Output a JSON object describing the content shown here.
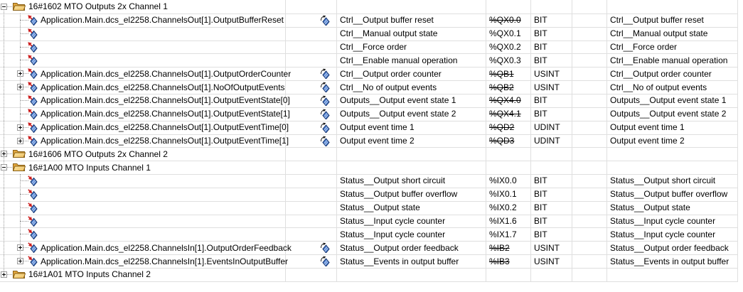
{
  "colors": {
    "grid": "#dfdfdf",
    "tree_dots": "#9a9a9a",
    "text": "#000000",
    "folder_back": "#e2a63d",
    "folder_front_light": "#fce7a4",
    "folder_front_dark": "#eebe5e",
    "folder_edge": "#8a6116",
    "diamond_fill": "#4d7fd0",
    "diamond_edge": "#17356e",
    "diamond_stripe": "#bcd0f0",
    "arrow_red": "#cc1f1f",
    "arrow_black": "#1a1a1a"
  },
  "rows": [
    {
      "kind": "group",
      "expander": "minus",
      "icon": "folder-icon",
      "name": "16#1602 MTO Outputs 2x Channel 1"
    },
    {
      "kind": "variable",
      "direction": "output",
      "expander": "none",
      "icon": "output-variable-icon",
      "variable": "Application.Main.dcs_el2258.ChannelsOut[1].OutputBufferReset",
      "mapped": true,
      "mapping_icon": "mapping-arrow-icon",
      "channel": "Ctrl__Output buffer reset",
      "address": "%QX0.0",
      "address_struck": true,
      "type": "BIT",
      "description": "Ctrl__Output buffer reset"
    },
    {
      "kind": "variable",
      "direction": "output",
      "expander": "none",
      "icon": "output-variable-icon",
      "variable": "",
      "mapped": false,
      "channel": "Ctrl__Manual output state",
      "address": "%QX0.1",
      "address_struck": false,
      "type": "BIT",
      "description": "Ctrl__Manual output state"
    },
    {
      "kind": "variable",
      "direction": "output",
      "expander": "none",
      "icon": "output-variable-icon",
      "variable": "",
      "mapped": false,
      "channel": "Ctrl__Force order",
      "address": "%QX0.2",
      "address_struck": false,
      "type": "BIT",
      "description": "Ctrl__Force order"
    },
    {
      "kind": "variable",
      "direction": "output",
      "expander": "none",
      "icon": "output-variable-icon",
      "variable": "",
      "mapped": false,
      "channel": "Ctrl__Enable manual operation",
      "address": "%QX0.3",
      "address_struck": false,
      "type": "BIT",
      "description": "Ctrl__Enable manual operation"
    },
    {
      "kind": "variable",
      "direction": "output",
      "expander": "plus",
      "icon": "output-variable-icon",
      "variable": "Application.Main.dcs_el2258.ChannelsOut[1].OutputOrderCounter",
      "mapped": true,
      "mapping_icon": "mapping-arrow-icon",
      "channel": "Ctrl__Output order counter",
      "address": "%QB1",
      "address_struck": true,
      "type": "USINT",
      "description": "Ctrl__Output order counter"
    },
    {
      "kind": "variable",
      "direction": "output",
      "expander": "plus",
      "icon": "output-variable-icon",
      "variable": "Application.Main.dcs_el2258.ChannelsOut[1].NoOfOutputEvents",
      "mapped": true,
      "mapping_icon": "mapping-arrow-icon",
      "channel": "Ctrl__No of output events",
      "address": "%QB2",
      "address_struck": true,
      "type": "USINT",
      "description": "Ctrl__No of output events"
    },
    {
      "kind": "variable",
      "direction": "output",
      "expander": "none",
      "icon": "output-variable-icon",
      "variable": "Application.Main.dcs_el2258.ChannelsOut[1].OutputEventState[0]",
      "mapped": true,
      "mapping_icon": "mapping-arrow-icon",
      "channel": "Outputs__Output event state 1",
      "address": "%QX4.0",
      "address_struck": true,
      "type": "BIT",
      "description": "Outputs__Output event state 1"
    },
    {
      "kind": "variable",
      "direction": "output",
      "expander": "none",
      "icon": "output-variable-icon",
      "variable": "Application.Main.dcs_el2258.ChannelsOut[1].OutputEventState[1]",
      "mapped": true,
      "mapping_icon": "mapping-arrow-icon",
      "channel": "Outputs__Output event state 2",
      "address": "%QX4.1",
      "address_struck": true,
      "type": "BIT",
      "description": "Outputs__Output event state 2"
    },
    {
      "kind": "variable",
      "direction": "output",
      "expander": "plus",
      "icon": "output-variable-icon",
      "variable": "Application.Main.dcs_el2258.ChannelsOut[1].OutputEventTime[0]",
      "mapped": true,
      "mapping_icon": "mapping-arrow-icon",
      "channel": "Output event time 1",
      "address": "%QD2",
      "address_struck": true,
      "type": "UDINT",
      "description": "Output event time 1"
    },
    {
      "kind": "variable",
      "direction": "output",
      "expander": "plus",
      "icon": "output-variable-icon",
      "variable": "Application.Main.dcs_el2258.ChannelsOut[1].OutputEventTime[1]",
      "mapped": true,
      "mapping_icon": "mapping-arrow-icon",
      "channel": "Output event time 2",
      "address": "%QD3",
      "address_struck": true,
      "type": "UDINT",
      "description": "Output event time 2"
    },
    {
      "kind": "group",
      "expander": "plus",
      "icon": "folder-icon",
      "name": "16#1606 MTO Outputs 2x Channel 2"
    },
    {
      "kind": "group",
      "expander": "minus",
      "icon": "folder-icon",
      "name": "16#1A00 MTO Inputs Channel 1"
    },
    {
      "kind": "variable",
      "direction": "input",
      "expander": "none",
      "icon": "input-variable-icon",
      "variable": "",
      "mapped": false,
      "channel": "Status__Output short circuit",
      "address": "%IX0.0",
      "address_struck": false,
      "type": "BIT",
      "description": "Status__Output short circuit"
    },
    {
      "kind": "variable",
      "direction": "input",
      "expander": "none",
      "icon": "input-variable-icon",
      "variable": "",
      "mapped": false,
      "channel": "Status__Output buffer overflow",
      "address": "%IX0.1",
      "address_struck": false,
      "type": "BIT",
      "description": "Status__Output buffer overflow"
    },
    {
      "kind": "variable",
      "direction": "input",
      "expander": "none",
      "icon": "input-variable-icon",
      "variable": "",
      "mapped": false,
      "channel": "Status__Output state",
      "address": "%IX0.2",
      "address_struck": false,
      "type": "BIT",
      "description": "Status__Output state"
    },
    {
      "kind": "variable",
      "direction": "input",
      "expander": "none",
      "icon": "input-variable-icon",
      "variable": "",
      "mapped": false,
      "channel": "Status__Input cycle counter",
      "address": "%IX1.6",
      "address_struck": false,
      "type": "BIT",
      "description": "Status__Input cycle counter"
    },
    {
      "kind": "variable",
      "direction": "input",
      "expander": "none",
      "icon": "input-variable-icon",
      "variable": "",
      "mapped": false,
      "channel": "Status__Input cycle counter",
      "address": "%IX1.7",
      "address_struck": false,
      "type": "BIT",
      "description": "Status__Input cycle counter"
    },
    {
      "kind": "variable",
      "direction": "input",
      "expander": "plus",
      "icon": "input-variable-icon",
      "variable": "Application.Main.dcs_el2258.ChannelsIn[1].OutputOrderFeedback",
      "mapped": true,
      "mapping_icon": "mapping-arrow-icon",
      "channel": "Status__Output order feedback",
      "address": "%IB2",
      "address_struck": true,
      "type": "USINT",
      "description": "Status__Output order feedback"
    },
    {
      "kind": "variable",
      "direction": "input",
      "expander": "plus",
      "icon": "input-variable-icon",
      "variable": "Application.Main.dcs_el2258.ChannelsIn[1].EventsInOutputBuffer",
      "mapped": true,
      "mapping_icon": "mapping-arrow-icon",
      "channel": "Status__Events in output buffer",
      "address": "%IB3",
      "address_struck": true,
      "type": "USINT",
      "description": "Status__Events in output buffer"
    },
    {
      "kind": "group",
      "expander": "plus",
      "icon": "folder-icon",
      "name": "16#1A01 MTO Inputs Channel 2"
    }
  ]
}
